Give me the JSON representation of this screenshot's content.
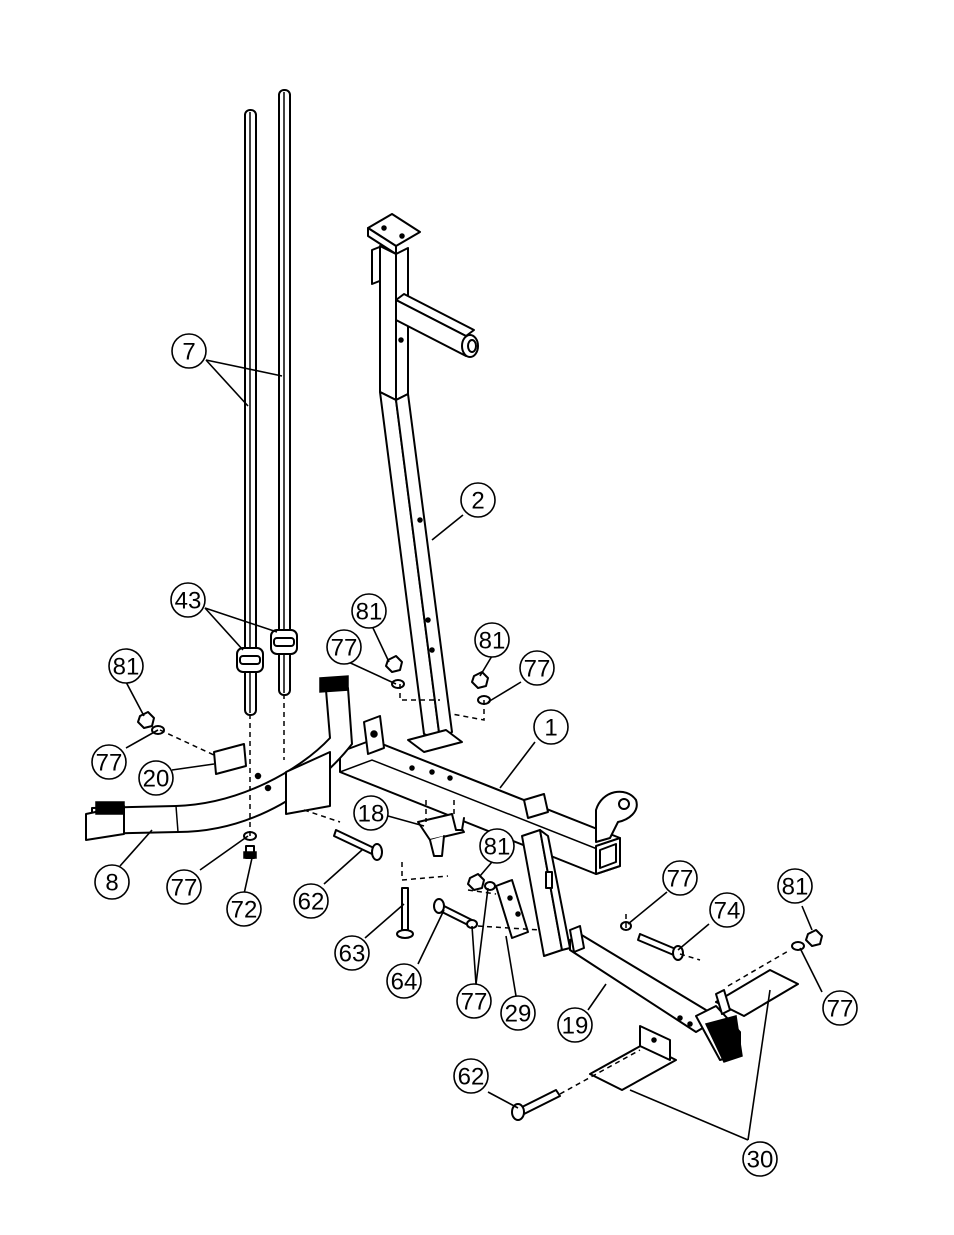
{
  "callouts": [
    {
      "id": "c7",
      "label": "7"
    },
    {
      "id": "c2",
      "label": "2"
    },
    {
      "id": "c43",
      "label": "43"
    },
    {
      "id": "c81a",
      "label": "81"
    },
    {
      "id": "c81b",
      "label": "81"
    },
    {
      "id": "c77a",
      "label": "77"
    },
    {
      "id": "c81c",
      "label": "81"
    },
    {
      "id": "c77b",
      "label": "77"
    },
    {
      "id": "c77c",
      "label": "77"
    },
    {
      "id": "c1",
      "label": "1"
    },
    {
      "id": "c20",
      "label": "20"
    },
    {
      "id": "c18",
      "label": "18"
    },
    {
      "id": "c81d",
      "label": "81"
    },
    {
      "id": "c8",
      "label": "8"
    },
    {
      "id": "c77d",
      "label": "77"
    },
    {
      "id": "c72",
      "label": "72"
    },
    {
      "id": "c62a",
      "label": "62"
    },
    {
      "id": "c77e",
      "label": "77"
    },
    {
      "id": "c74",
      "label": "74"
    },
    {
      "id": "c81e",
      "label": "81"
    },
    {
      "id": "c63",
      "label": "63"
    },
    {
      "id": "c64",
      "label": "64"
    },
    {
      "id": "c77f",
      "label": "77"
    },
    {
      "id": "c29",
      "label": "29"
    },
    {
      "id": "c19",
      "label": "19"
    },
    {
      "id": "c77g",
      "label": "77"
    },
    {
      "id": "c62b",
      "label": "62"
    },
    {
      "id": "c30",
      "label": "30"
    }
  ]
}
